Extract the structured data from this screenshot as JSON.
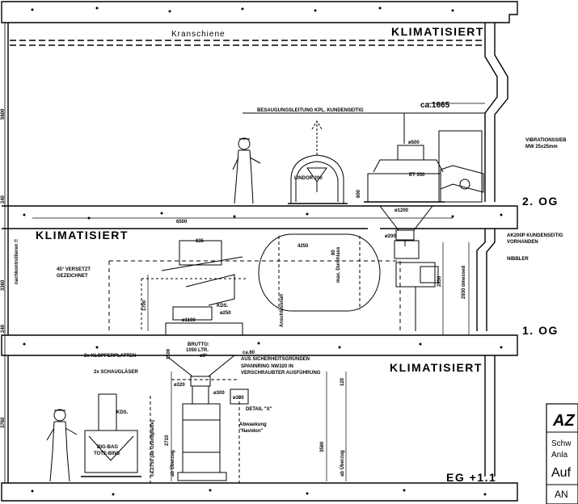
{
  "floors": {
    "top_label": "KLIMATISIERT",
    "og2_label": "2. OG",
    "og1_climate": "KLIMATISIERT",
    "og1_label": "1. OG",
    "eg_climate": "KLIMATISIERT",
    "eg_label": "EG +1.1"
  },
  "crane": {
    "label": "Kranschiene"
  },
  "dims": {
    "d5600": "5600",
    "d240a": "240",
    "d240b": "240",
    "d3360": "3360",
    "d3760": "3760",
    "d1665": "ca.1665",
    "d6500": "6500",
    "d835": "835",
    "d4250": "4250",
    "d80": "80",
    "d1700": "1700",
    "d2850": "2850",
    "d2930": "2930 ümessed",
    "d1100": "ø1100",
    "d250": "ø250",
    "d200": "ø200",
    "d1200": "ø1200",
    "d500": "ø500",
    "d800": "800",
    "d320": "ø320",
    "d300a": "ø300",
    "d300b": "ø300",
    "d1100b": "1100",
    "d120": "120",
    "d2710": "2710",
    "d2750": "ca.2750 (ab Grundplatte)",
    "d3580": "3580",
    "d60": "ø0°",
    "dca60": "ca.60"
  },
  "labels": {
    "besaugung": "BESAUGUNGSLEITUNG KPL. KUNDENSEITIG",
    "vibrationssieb_1": "VIBRATIONSSIEB",
    "vibrationssieb_2": "MW 25x25mm",
    "lindor": "LINDOR 200",
    "et350": "ET 350",
    "ak200p_1": "AK200P KUNDENSEITIG",
    "ak200p_2": "VORHANDEN",
    "nibbler": "NIBBLER",
    "versetzt_1": "45° VERSETZT",
    "versetzt_2": "GEZEICHNET",
    "kds1": "KDS.",
    "kds2": "KDS.",
    "brutto_1": "BRUTTO:",
    "brutto_2": "1050 LTR.",
    "klopfer": "2x KLOPFERPLATTEN",
    "schaug": "2x SCHAUGLÄSER",
    "sicherheit": "AUS SICHERHEITSGRÜNDEN",
    "spannring_1": "SPANNRING NW320 IN",
    "spannring_2": "VERSCHRAUBTER AUSFÜHRUNG",
    "detail": "DETAIL \"X\"",
    "abwaeg_1": "Abwaekung",
    "abwaeg_2": "\"Navidon\"",
    "bigbag_1": "BIG-BAG",
    "bigbag_2": "TOTE-BINS",
    "durchlass": "max. Durchlass",
    "anschluss": "Anschlussnah",
    "nachcontrol": "nachkontrollieren !!",
    "ab_ueberzug": "ab Überzug",
    "ab_ueberzug2": "ab Überzug"
  },
  "titleblock": {
    "logo": "AZ",
    "line1": "Schw",
    "line2": "Anla",
    "line3": "Auf",
    "line4": "AN"
  }
}
